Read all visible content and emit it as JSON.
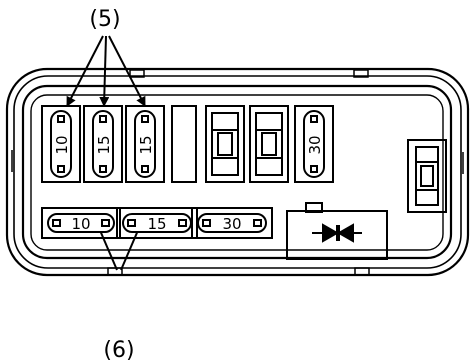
{
  "callouts": {
    "top_label": "(5)",
    "bottom_label": "(6)"
  },
  "vertical_fuses": [
    {
      "rating": "10"
    },
    {
      "rating": "15"
    },
    {
      "rating": "15"
    },
    {
      "rating": "30"
    }
  ],
  "horizontal_fuses": [
    {
      "rating": "10"
    },
    {
      "rating": "15"
    },
    {
      "rating": "30"
    }
  ],
  "colors": {
    "line": "#000000",
    "background": "#ffffff"
  }
}
